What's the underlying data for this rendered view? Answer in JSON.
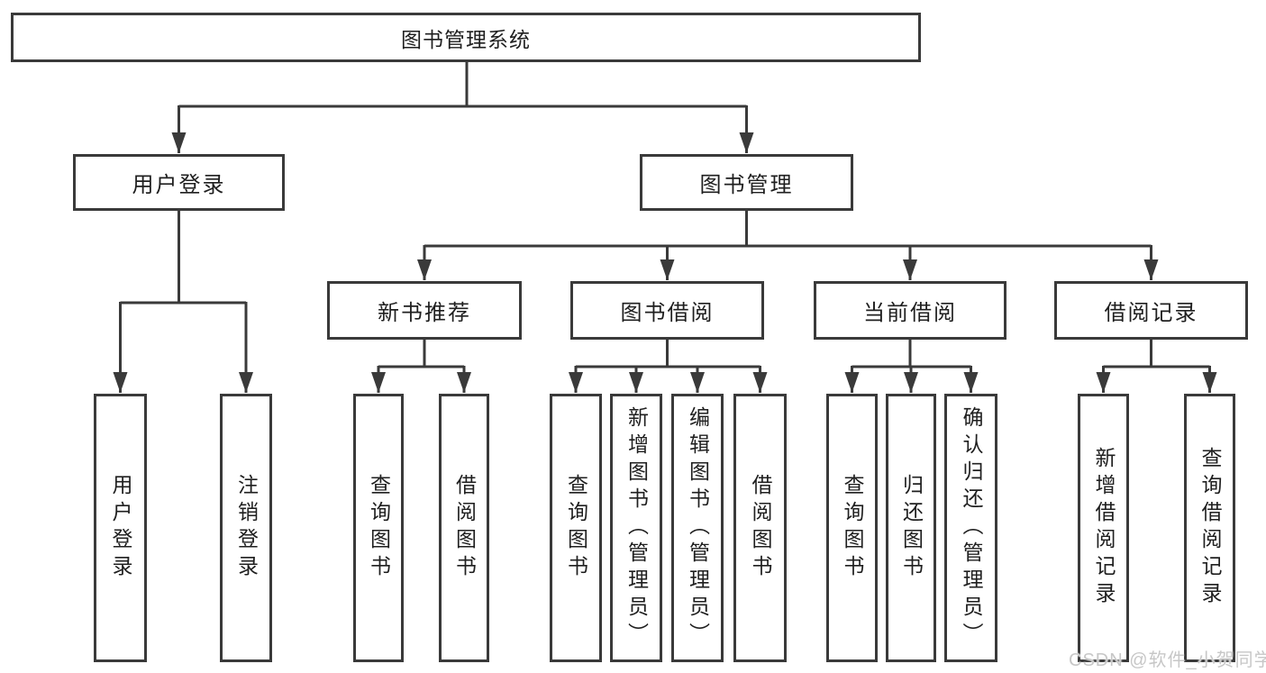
{
  "diagram_title": "图书管理系统",
  "tree": {
    "label": "图书管理系统",
    "children": [
      {
        "label": "用户登录",
        "children": [
          {
            "label": "用户登录"
          },
          {
            "label": "注销登录"
          }
        ]
      },
      {
        "label": "图书管理",
        "children": [
          {
            "label": "新书推荐",
            "children": [
              {
                "label": "查询图书"
              },
              {
                "label": "借阅图书"
              }
            ]
          },
          {
            "label": "图书借阅",
            "children": [
              {
                "label": "查询图书"
              },
              {
                "label": "新增图书（管理员）"
              },
              {
                "label": "编辑图书（管理员）"
              },
              {
                "label": "借阅图书"
              }
            ]
          },
          {
            "label": "当前借阅",
            "children": [
              {
                "label": "查询图书"
              },
              {
                "label": "归还图书"
              },
              {
                "label": "确认归还（管理员）"
              }
            ]
          },
          {
            "label": "借阅记录",
            "children": [
              {
                "label": "新增借阅记录"
              },
              {
                "label": "查询借阅记录"
              }
            ]
          }
        ]
      }
    ]
  },
  "watermark": {
    "text": "CSDN @软件_小贺同学"
  },
  "style_colors": {
    "line": "#3a3a3a",
    "text": "#1f1f1f",
    "watermark": "#c7c7c7",
    "background": "#ffffff"
  }
}
